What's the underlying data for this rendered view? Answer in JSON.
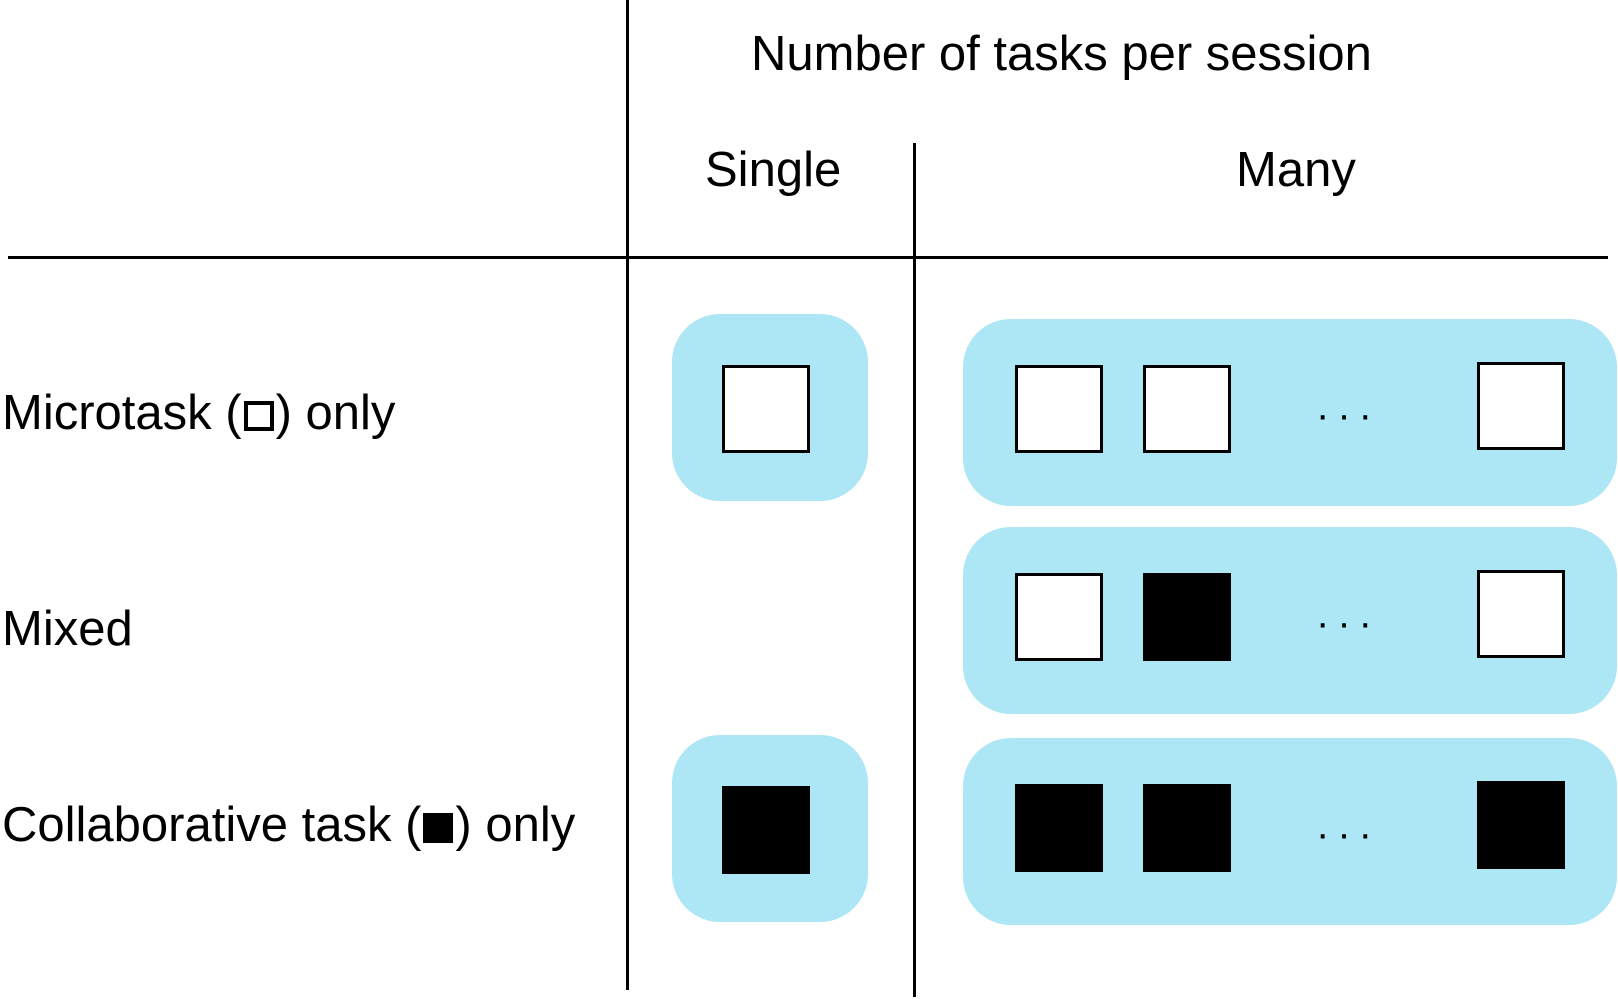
{
  "header": {
    "title": "Number of tasks per session",
    "columns": [
      "Single",
      "Many"
    ]
  },
  "rows": [
    {
      "label_before": "Microtask (",
      "label_after": ") only",
      "symbol": "open-square-icon"
    },
    {
      "label_full": "Mixed"
    },
    {
      "label_before": "Collaborative task (",
      "label_after": ") only",
      "symbol": "filled-square-icon"
    }
  ],
  "ellipsis": "···",
  "colors": {
    "session_fill": "#ade6f5",
    "microtask_fill": "#ffffff",
    "collaborative_fill": "#000000",
    "grid": "#000000"
  },
  "sessions": {
    "single": [
      [
        "microtask"
      ],
      null,
      [
        "collaborative"
      ]
    ],
    "many": [
      [
        "microtask",
        "microtask",
        "ellipsis",
        "microtask"
      ],
      [
        "microtask",
        "collaborative",
        "ellipsis",
        "microtask"
      ],
      [
        "collaborative",
        "collaborative",
        "ellipsis",
        "collaborative"
      ]
    ]
  }
}
